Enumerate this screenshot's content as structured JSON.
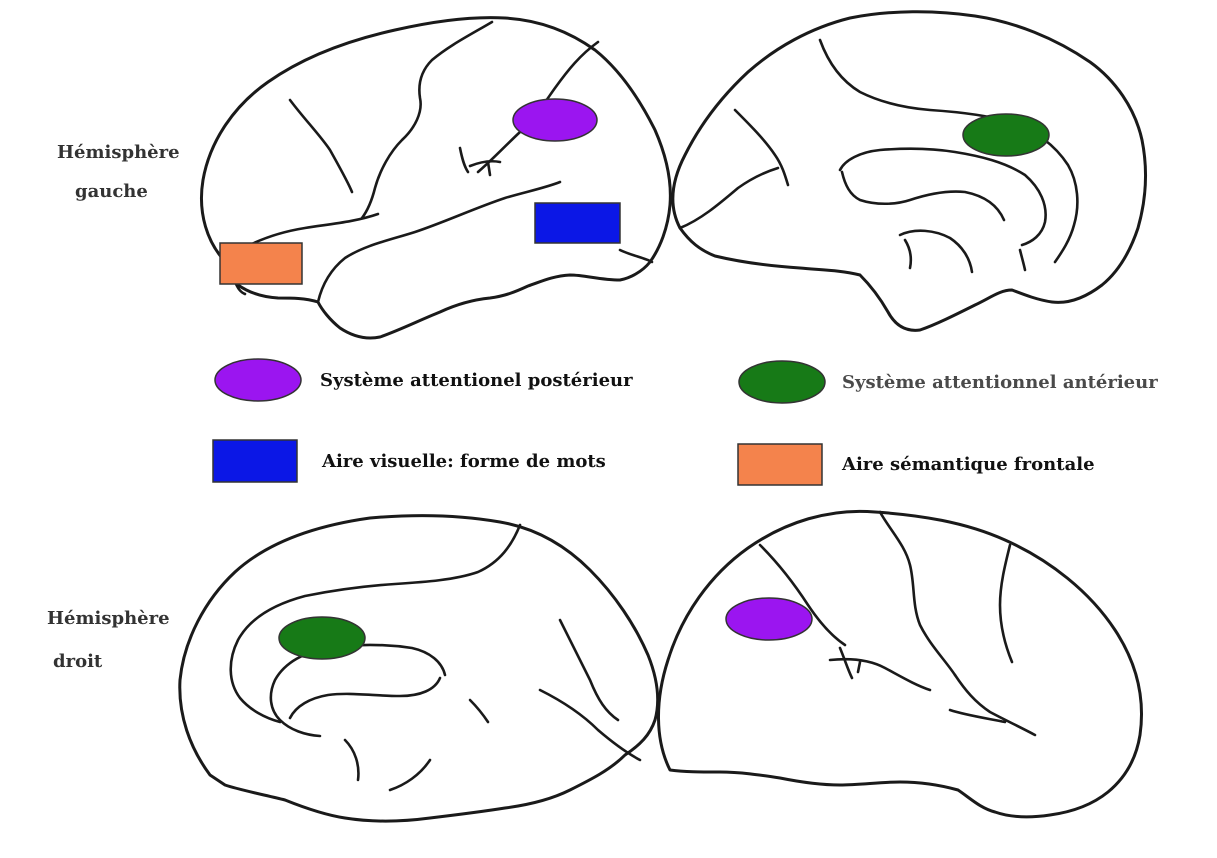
{
  "labels": {
    "left_hemisphere": [
      "Hémisphère",
      "gauche"
    ],
    "right_hemisphere": [
      "Hémisphère",
      "droit"
    ]
  },
  "legend": {
    "posterior_attention": {
      "text": "Système attentionel postérieur",
      "color": "#9b15f0",
      "shape": "ellipse"
    },
    "anterior_attention": {
      "text": "Système attentionnel antérieur",
      "color": "#177a17",
      "shape": "ellipse"
    },
    "visual_word_form": {
      "text": "Aire visuelle: forme de mots",
      "color": "#0b17e6",
      "shape": "rectangle"
    },
    "frontal_semantic": {
      "text": "Aire sémantique frontale",
      "color": "#f4834c",
      "shape": "rectangle"
    }
  }
}
